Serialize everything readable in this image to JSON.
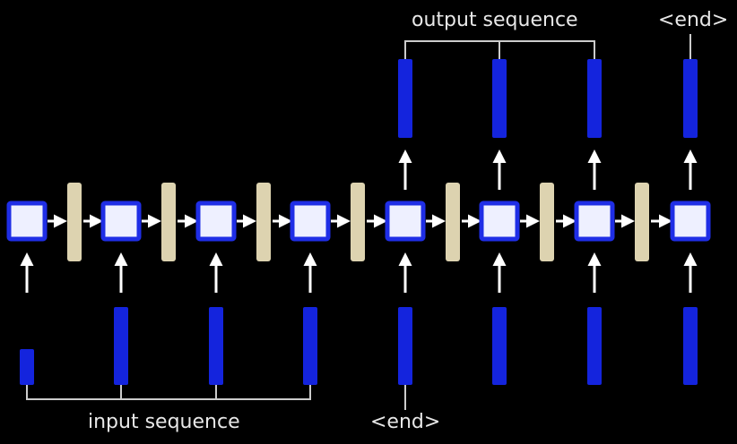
{
  "labels": {
    "output_sequence": "output sequence",
    "input_sequence": "input sequence",
    "end_top": "<end>",
    "end_bottom": "<end>"
  },
  "colors": {
    "background": "#000000",
    "cell_fill": "#eef0ff",
    "cell_border": "#1f2ee6",
    "vector_fill": "#1424dd",
    "weight_block": "#ddd3b0",
    "arrow": "#ffffff",
    "bracket": "#cccccc"
  },
  "diagram": {
    "cell_count": 8,
    "input_vector_count": 8,
    "output_vector_count": 4,
    "weight_block_count": 7,
    "encoder_cells": 4,
    "decoder_cells": 4
  }
}
